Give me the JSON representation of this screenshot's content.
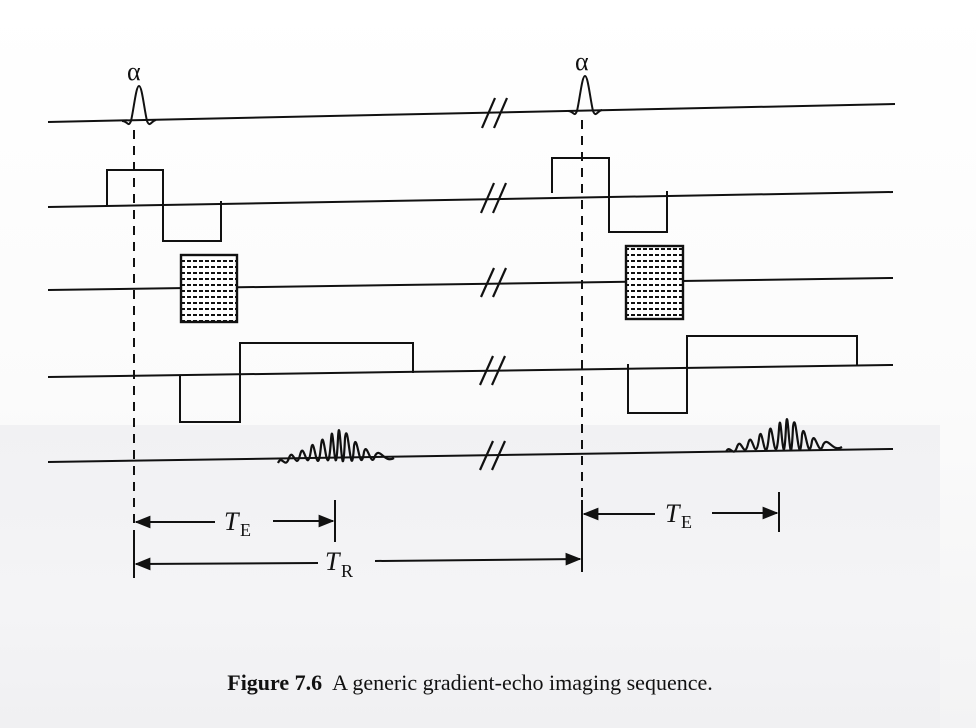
{
  "labels": {
    "flip_angle": "α",
    "te_main": "T",
    "te_sub": "E",
    "tr_main": "T",
    "tr_sub": "R"
  },
  "caption": {
    "figure_number": "Figure 7.6",
    "text": "A generic gradient-echo imaging sequence."
  },
  "colors": {
    "ink": "#111111",
    "paper": "#ffffff"
  }
}
